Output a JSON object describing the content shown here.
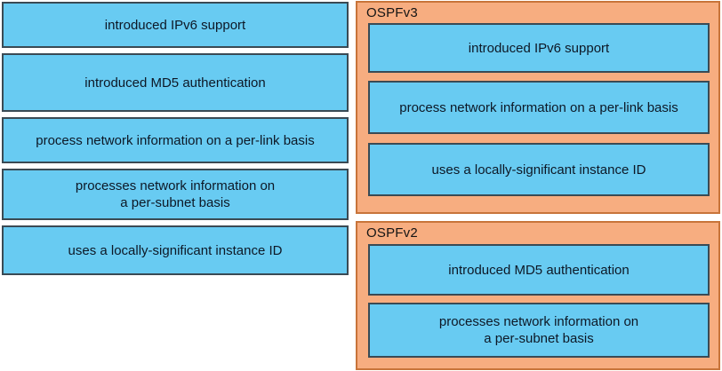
{
  "colors": {
    "blue_fill": "#68CBF2",
    "blue_border": "#3A4A54",
    "orange_fill": "#F7AD80",
    "orange_border": "#C8743A",
    "text": "#0d1826",
    "background": "#FFFFFF"
  },
  "left_column": {
    "name": "answer-choices",
    "items": [
      {
        "label": "introduced IPv6 support"
      },
      {
        "label": "introduced MD5 authentication"
      },
      {
        "label": "process network information on a per-link basis"
      },
      {
        "label": "processes network information on\na per-subnet basis"
      },
      {
        "label": "uses a locally-significant instance ID"
      }
    ]
  },
  "panels": [
    {
      "id": "ospfv3",
      "title": "OSPFv3",
      "items": [
        {
          "label": "introduced IPv6 support"
        },
        {
          "label": "process network information on a per-link basis"
        },
        {
          "label": "uses a locally-significant instance ID"
        }
      ]
    },
    {
      "id": "ospfv2",
      "title": "OSPFv2",
      "items": [
        {
          "label": "introduced MD5 authentication"
        },
        {
          "label": "processes network information on\na per-subnet basis"
        }
      ]
    }
  ]
}
